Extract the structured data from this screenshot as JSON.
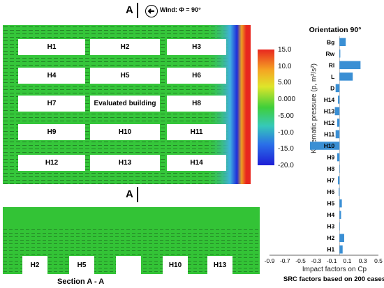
{
  "plan_view": {
    "section_marker": "A",
    "wind_label": "Wind: Φ = 90°",
    "buildings": [
      "H1",
      "H2",
      "H3",
      "H4",
      "H5",
      "H6",
      "H7",
      "Evaluated building",
      "H8",
      "H9",
      "H10",
      "H11",
      "H12",
      "H13",
      "H14"
    ]
  },
  "colorbar": {
    "label": "Kinematic pressure (p, m²/s²)",
    "ticks": [
      "15.0",
      "10.0",
      "5.00",
      "0.000",
      "-5.00",
      "-10.0",
      "-15.0",
      "-20.0"
    ],
    "colors": [
      "#e8271f",
      "#f5a623",
      "#dfe52a",
      "#3fcf3a",
      "#36c9b8",
      "#2a6fe8",
      "#1e1ed6"
    ]
  },
  "section_view": {
    "title": "Section A - A",
    "buildings": [
      "H2",
      "H5",
      "",
      "H10",
      "H13"
    ]
  },
  "chart_data": {
    "type": "bar",
    "orientation": "horizontal",
    "title": "Orientation 90°",
    "xlabel": "Impact factors on Cp",
    "caption": "SRC factors based on 200 cases",
    "xlim": [
      -0.9,
      0.5
    ],
    "xticks": [
      "-0.9",
      "-0.7",
      "-0.5",
      "-0.3",
      "-0.1",
      "0.1",
      "0.3",
      "0.5"
    ],
    "categories": [
      "Bg",
      "Rw",
      "Rl",
      "L",
      "D",
      "H14",
      "H13",
      "H12",
      "H11",
      "H10",
      "H9",
      "H8",
      "H7",
      "H6",
      "H5",
      "H4",
      "H3",
      "H2",
      "H1"
    ],
    "values": [
      0.08,
      0.01,
      0.27,
      0.17,
      -0.05,
      -0.02,
      -0.06,
      -0.03,
      -0.05,
      -0.38,
      -0.03,
      0.0,
      -0.02,
      -0.01,
      0.03,
      0.02,
      0.0,
      0.06,
      0.04
    ],
    "bar_color": "#3a8fd4",
    "highlight_color": "#3a8fd4"
  }
}
